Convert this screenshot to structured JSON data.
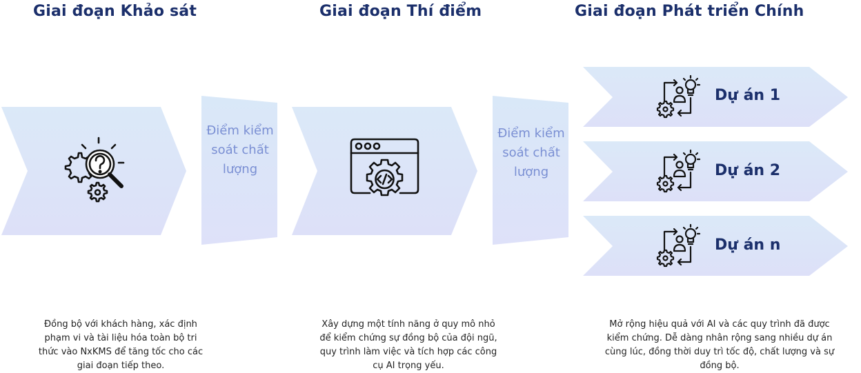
{
  "stages": [
    {
      "title": "Giai đoạn Khảo sát",
      "description": "Đồng bộ với khách hàng, xác định phạm vi và tài liệu hóa toàn bộ tri thức vào NxKMS để tăng tốc cho các giai đoạn tiếp theo."
    },
    {
      "title": "Giai đoạn Thí điểm",
      "description": "Xây dựng một tính năng ở quy mô nhỏ để kiểm chứng sự đồng bộ của đội ngũ, quy trình làm việc và tích hợp các công cụ AI trọng yếu."
    },
    {
      "title": "Giai đoạn Phát triển Chính",
      "description": "Mở rộng hiệu quả với AI và các quy trình đã được kiểm chứng. Dễ dàng nhân rộng sang nhiều dự án cùng lúc, đồng thời duy trì tốc độ, chất lượng và sự đồng bộ."
    }
  ],
  "quality_gates": [
    {
      "label": "Điểm kiểm soát chất lượng"
    },
    {
      "label": "Điểm kiểm soát chất lượng"
    }
  ],
  "projects": [
    {
      "label": "Dự án 1"
    },
    {
      "label": "Dự án 2"
    },
    {
      "label": "Dự án n"
    }
  ],
  "colors": {
    "title": "#1b2f6b",
    "gate_text": "#7a8fd3",
    "shape_light": "#dbe8f7",
    "shape_mid": "#dde2f8"
  }
}
